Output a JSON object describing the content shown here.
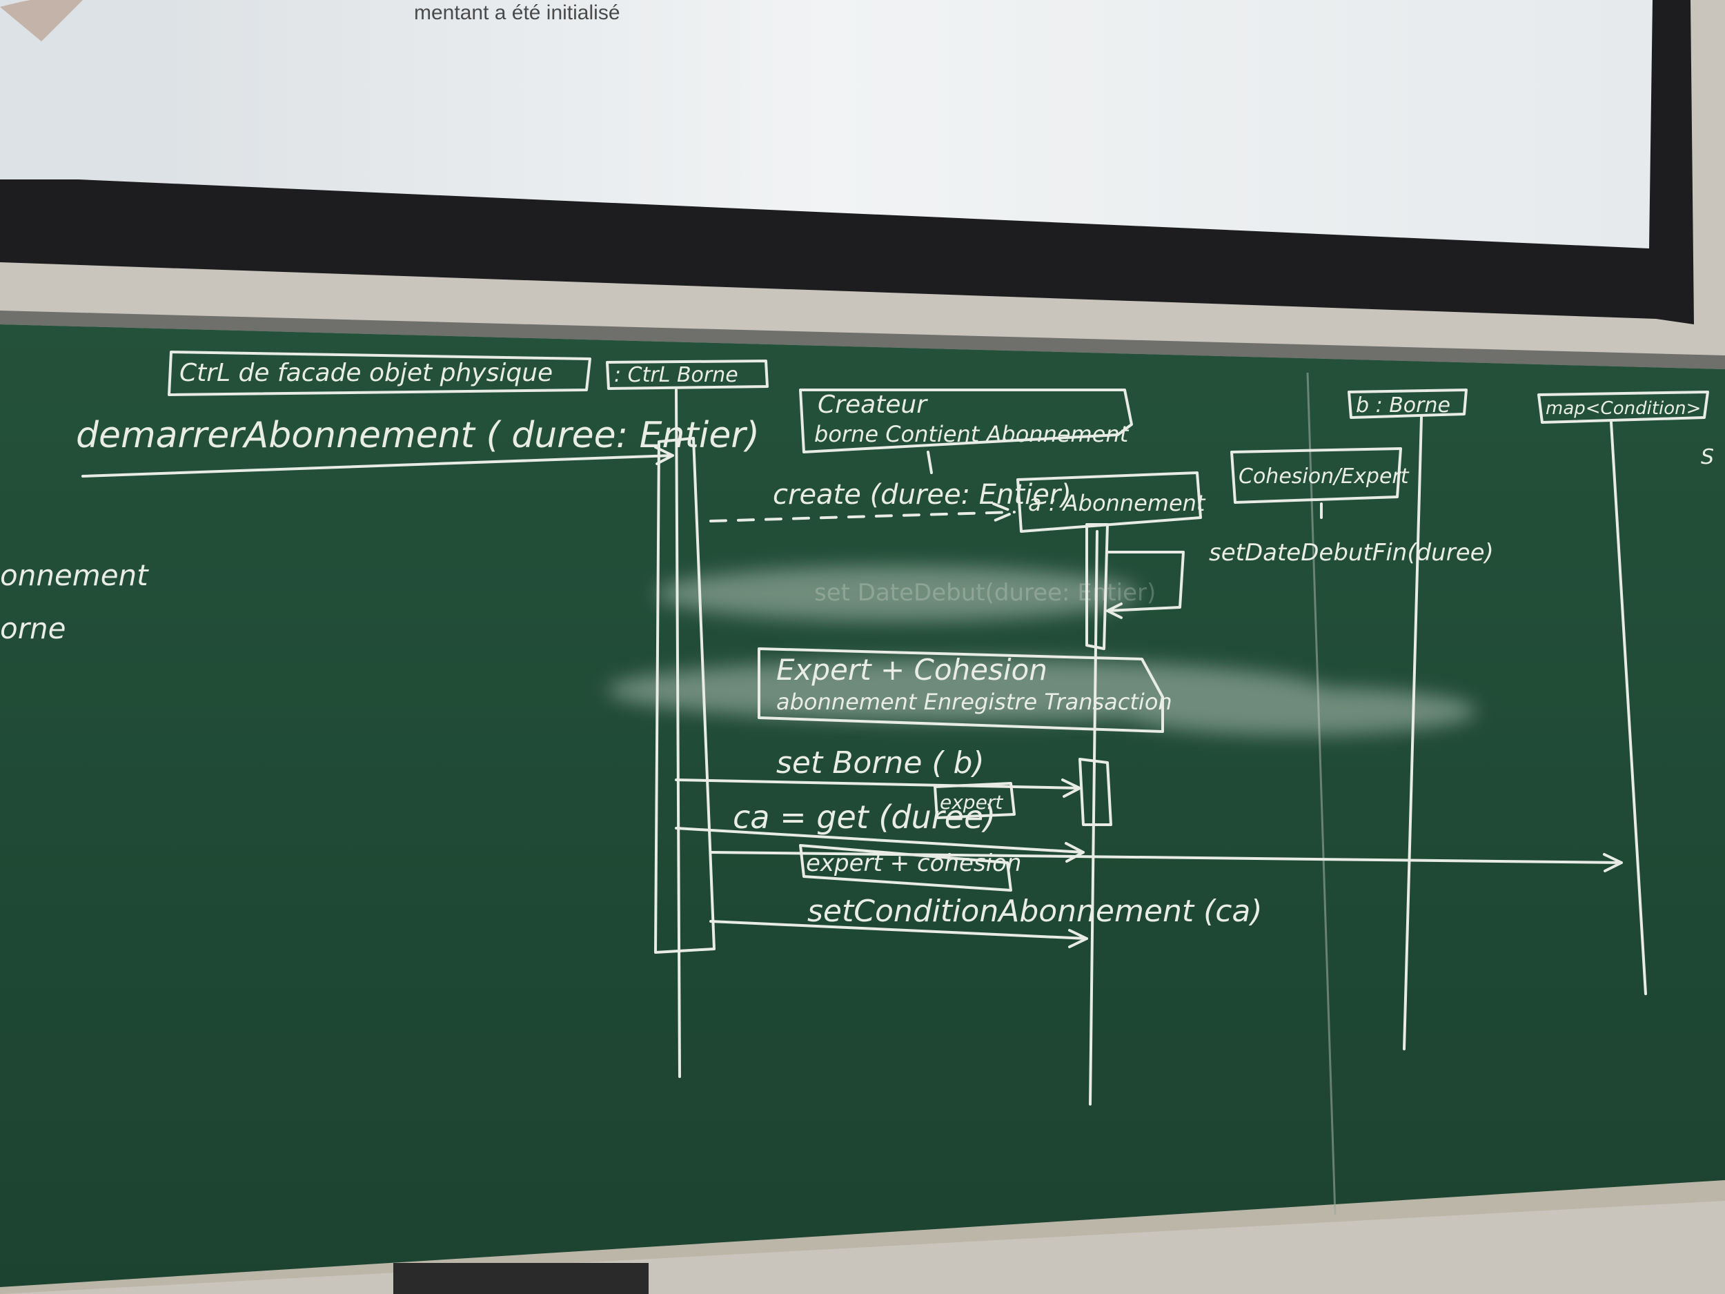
{
  "screen": {
    "text": "mentant a été initialisé"
  },
  "board": {
    "notes": {
      "left_top": "CtrL de facade objet physique",
      "left_message": "demarrerAbonnement ( duree: Entier)",
      "left_cut_1": "onnement",
      "left_cut_2": "orne"
    },
    "lifelines": {
      "ctrl": ": CtrL Borne",
      "b": "b : Borne",
      "map": "map<Condition>",
      "far_right": "S"
    },
    "notes_boxes": {
      "createur": "Createur\nborne Contient Abonnement",
      "createur_line1": "Createur",
      "createur_line2": "borne Contient Abonnement",
      "cohesion": "Cohesion/Expert",
      "expert1_line1": "Expert + Cohesion",
      "expert1_line2": "abonnement Enregistre Transaction",
      "expert_small": "expert",
      "expert2": "expert + cohesion"
    },
    "messages": {
      "create": "create (duree: Entier)",
      "abonnement_obj": "a : Abonnement",
      "set_date": "setDateDebutFin(duree)",
      "set_borne": "set Borne ( b)",
      "ca_get": "ca   = get (duree)",
      "set_condition": "setConditionAbonnement (ca)",
      "erased": "set DateDebut(duree: Entier)"
    }
  }
}
